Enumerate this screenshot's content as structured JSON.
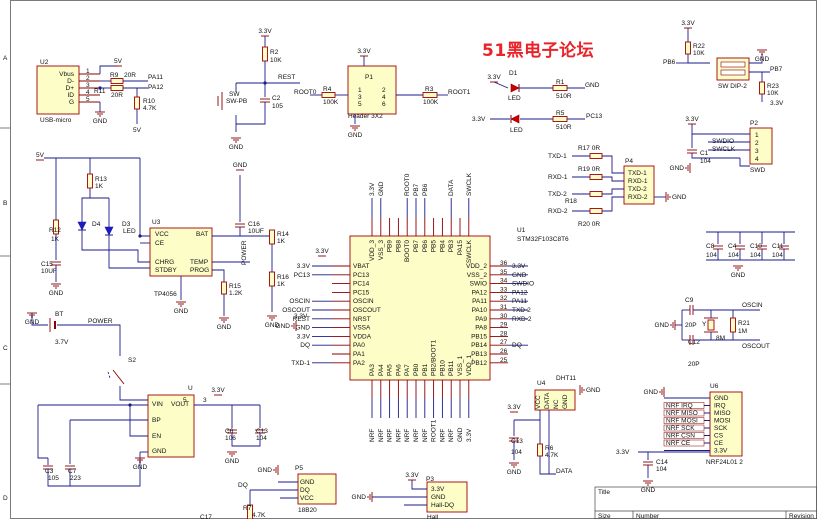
{
  "watermark": "51黑电子论坛",
  "border": {
    "rows": [
      "A",
      "B",
      "C",
      "D"
    ],
    "title_block": {
      "title_label": "Title",
      "size_label": "Size",
      "number_label": "Number",
      "revision_label": "Revision"
    }
  },
  "power": {
    "v33": "3.3V",
    "v5": "5V",
    "gnd": "GND",
    "vbat_net": "5V"
  },
  "u2": {
    "ref": "U2",
    "name": "USB-micro",
    "pins": [
      "Vbus",
      "D-",
      "D+",
      "ID",
      "G"
    ],
    "pin_numbers": [
      "1",
      "2",
      "3",
      "4",
      "5"
    ]
  },
  "r9": {
    "ref": "R9",
    "value": "20R"
  },
  "r11": {
    "ref": "R11",
    "value": "20R"
  },
  "r10": {
    "ref": "R10",
    "value": "4.7K"
  },
  "pa11": "PA11",
  "pa12": "PA12",
  "r2": {
    "ref": "R2",
    "value": "10K"
  },
  "reset_net": "REST",
  "sw": {
    "ref": "SW",
    "name": "SW-PB"
  },
  "c2": {
    "ref": "C2",
    "value": "105"
  },
  "p1": {
    "ref": "P1",
    "name": "Header 3X2",
    "pins": [
      "1",
      "2",
      "3",
      "4",
      "5",
      "6"
    ]
  },
  "r4": {
    "ref": "R4",
    "value": "100K"
  },
  "r3": {
    "ref": "R3",
    "value": "100K"
  },
  "root0": "ROOT0",
  "root1": "ROOT1",
  "d1": {
    "ref": "D1",
    "name": "LED"
  },
  "r1": {
    "ref": "R1",
    "value": "510R"
  },
  "r5": {
    "ref": "R5",
    "value": "510R"
  },
  "d2_net": "PC13",
  "d2_label": "LED",
  "r22": {
    "ref": "R22",
    "value": "10K"
  },
  "r23": {
    "ref": "R23",
    "value": "10K"
  },
  "sw_dip": {
    "name": "SW DIP-2"
  },
  "pb6": "PB6",
  "pb7": "PB7",
  "p2": {
    "ref": "P2",
    "name": "SWD",
    "pins": [
      "1",
      "2",
      "3",
      "4"
    ],
    "nets": [
      "SWDIO",
      "SWCLK"
    ]
  },
  "c1": {
    "ref": "C1",
    "value": "104"
  },
  "p4": {
    "ref": "P4",
    "pins": [
      "TXD-1",
      "RXD-1",
      "TXD-2",
      "RXD-2"
    ]
  },
  "r17": {
    "ref": "R17",
    "value": "0R"
  },
  "r19": {
    "ref": "R19",
    "value": "0R"
  },
  "r18": {
    "ref": "R18"
  },
  "r20": {
    "ref": "R20",
    "value": "0R"
  },
  "uart_nets": [
    "TXD-1",
    "RXD-1",
    "TXD-2",
    "RXD-2"
  ],
  "u3": {
    "ref": "U3",
    "name": "TP4056",
    "pins": [
      "VCC",
      "CE",
      "BAT",
      "CHRG",
      "STDBY",
      "TEMP",
      "PROG"
    ]
  },
  "r13": {
    "ref": "R13",
    "value": "1K"
  },
  "r12": {
    "ref": "R12",
    "value": "1K"
  },
  "d4": {
    "ref": "D4",
    "name": "LED"
  },
  "d3": {
    "ref": "D3",
    "name": "LED"
  },
  "c15": {
    "ref": "C15",
    "value": "10UF"
  },
  "c16": {
    "ref": "C16",
    "value": "10UF"
  },
  "r14": {
    "ref": "R14",
    "value": "1K"
  },
  "r15": {
    "ref": "R15",
    "value": "1.2K"
  },
  "r16": {
    "ref": "R16",
    "value": "1K"
  },
  "bt": {
    "ref": "BT",
    "value": "3.7V",
    "net": "POWER"
  },
  "s2": {
    "ref": "S2"
  },
  "u1": {
    "ref": "U1",
    "name": "STM32F103C8T6",
    "left_pins": [
      "VBAT",
      "PC13",
      "PC14",
      "PC15",
      "OSCIN",
      "OSCOUT",
      "NRST",
      "VSSA",
      "VDDA",
      "PA0",
      "PA1",
      "PA2"
    ],
    "right_pins": [
      "VDD_2",
      "VSS_2",
      "SWIO",
      "PA12",
      "PA11",
      "PA10",
      "PA9",
      "PA8",
      "PB15",
      "PB14",
      "PB13",
      "PB12"
    ],
    "top_pins": [
      "VDD_3",
      "VSS_3",
      "PB9",
      "PB8",
      "BOOT0",
      "PB7",
      "PB6",
      "PB5",
      "PB4",
      "PB3",
      "PA15",
      "SWCLK"
    ],
    "bottom_pins": [
      "PA3",
      "PA4",
      "PA5",
      "PA6",
      "PA7",
      "PB0",
      "PB1",
      "PB2/BOOT1",
      "PB10",
      "PB11",
      "VSS_1",
      "VDD_1"
    ],
    "left_nets": [
      "3.3V",
      "PC13",
      "",
      "",
      "OSCIN",
      "OSCOUT",
      "REST",
      "GND",
      "3.3V",
      "DQ",
      "",
      "TXD-1"
    ],
    "right_nets": [
      "3.3V",
      "GND",
      "SWDIO",
      "PA12",
      "PA11",
      "TXD-2",
      "RXD-2",
      "",
      "",
      "DQ",
      "",
      ""
    ],
    "top_nets": [
      "3.3V",
      "GND",
      "",
      "",
      "ROOT0",
      "PB7",
      "PB6",
      "",
      "",
      "DATA",
      "",
      "SWCLK"
    ],
    "bottom_nets": [
      "NRF",
      "NRF",
      "NRF",
      "NRF",
      "NRF",
      "NRF",
      "NRF",
      "ROOT1",
      "NRF",
      "NRF",
      "GND",
      "3.3V"
    ],
    "pin_numbers_right": [
      "36",
      "35",
      "34",
      "33",
      "32",
      "31",
      "30",
      "29",
      "28",
      "27",
      "26",
      "25"
    ]
  },
  "decoupling": [
    {
      "ref": "C8",
      "value": "104"
    },
    {
      "ref": "C4",
      "value": "104"
    },
    {
      "ref": "C10",
      "value": "104"
    },
    {
      "ref": "C11",
      "value": "104"
    }
  ],
  "crystal": {
    "ref": "Y",
    "value": "8M"
  },
  "c9": {
    "ref": "C9",
    "value": "20P"
  },
  "c12": {
    "ref": "C12",
    "value": "20P"
  },
  "r21": {
    "ref": "R21",
    "value": "1M"
  },
  "osc_in": "OSCIN",
  "osc_out": "OSCOUT",
  "u_ldo": {
    "ref": "U",
    "pins": [
      "VIN",
      "VOUT",
      "BP",
      "EN",
      "GND"
    ]
  },
  "c3": {
    "ref": "C3",
    "value": "105"
  },
  "c7": {
    "ref": "C7",
    "value": "223"
  },
  "c6": {
    "ref": "C6",
    "value": "106"
  },
  "c13_ldo": {
    "ref": "C13",
    "value": "104"
  },
  "u4": {
    "ref": "U4",
    "name": "DHT11",
    "pins": [
      "VCC",
      "DATA",
      "NC",
      "GND"
    ]
  },
  "c13": {
    "ref": "C13",
    "value": "104"
  },
  "r6": {
    "ref": "R6",
    "value": "4.7K"
  },
  "data_net": "DATA",
  "u6": {
    "ref": "U6",
    "name": "NRF24L01 2",
    "pins": [
      "GND",
      "IRQ",
      "MISO",
      "MOSI",
      "SCK",
      "CS",
      "CE",
      "3.3V"
    ],
    "nets": [
      "GND",
      "NRF IRQ",
      "NRF MISO",
      "NRF MOSI",
      "NRF SCK",
      "NRF CSN",
      "NRF CE",
      "3.3V"
    ]
  },
  "c14": {
    "ref": "C14",
    "value": "104"
  },
  "p5": {
    "ref": "P5",
    "name": "18B20",
    "pins": [
      "GND",
      "DQ",
      "VCC"
    ]
  },
  "p3": {
    "ref": "P3",
    "name": "Hall",
    "pins": [
      "3.3V",
      "GND",
      "Hall-DQ"
    ]
  },
  "dq_net": "DQ",
  "r7": {
    "ref": "R7",
    "value": "4.7K"
  },
  "c17": {
    "ref": "C17"
  }
}
